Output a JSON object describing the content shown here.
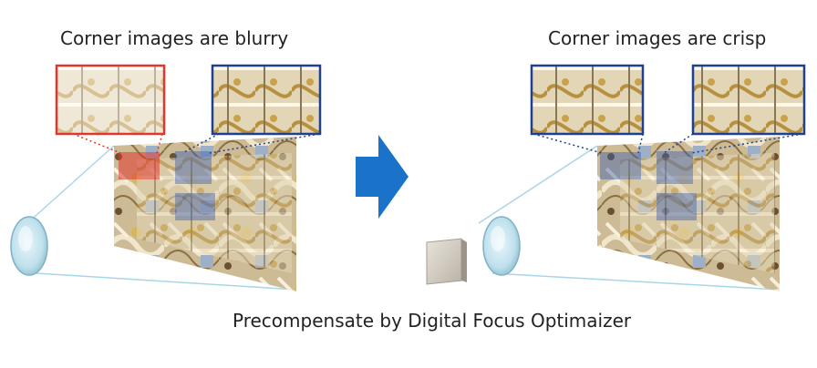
{
  "panels": {
    "left": {
      "caption": "Corner images are blurry"
    },
    "right": {
      "caption": "Corner images are crisp"
    }
  },
  "footer": {
    "caption": "Precompensate by Digital Focus Optimaizer"
  },
  "colors": {
    "blurry_highlight": "#e0362e",
    "crisp_highlight": "#1f3f8f",
    "arrow": "#1a72c9",
    "lens": "#b9dcea",
    "projection_line": "#9fd0e3"
  },
  "icons": [
    "lens-icon",
    "arrow-right-icon",
    "processor-chip-icon"
  ]
}
